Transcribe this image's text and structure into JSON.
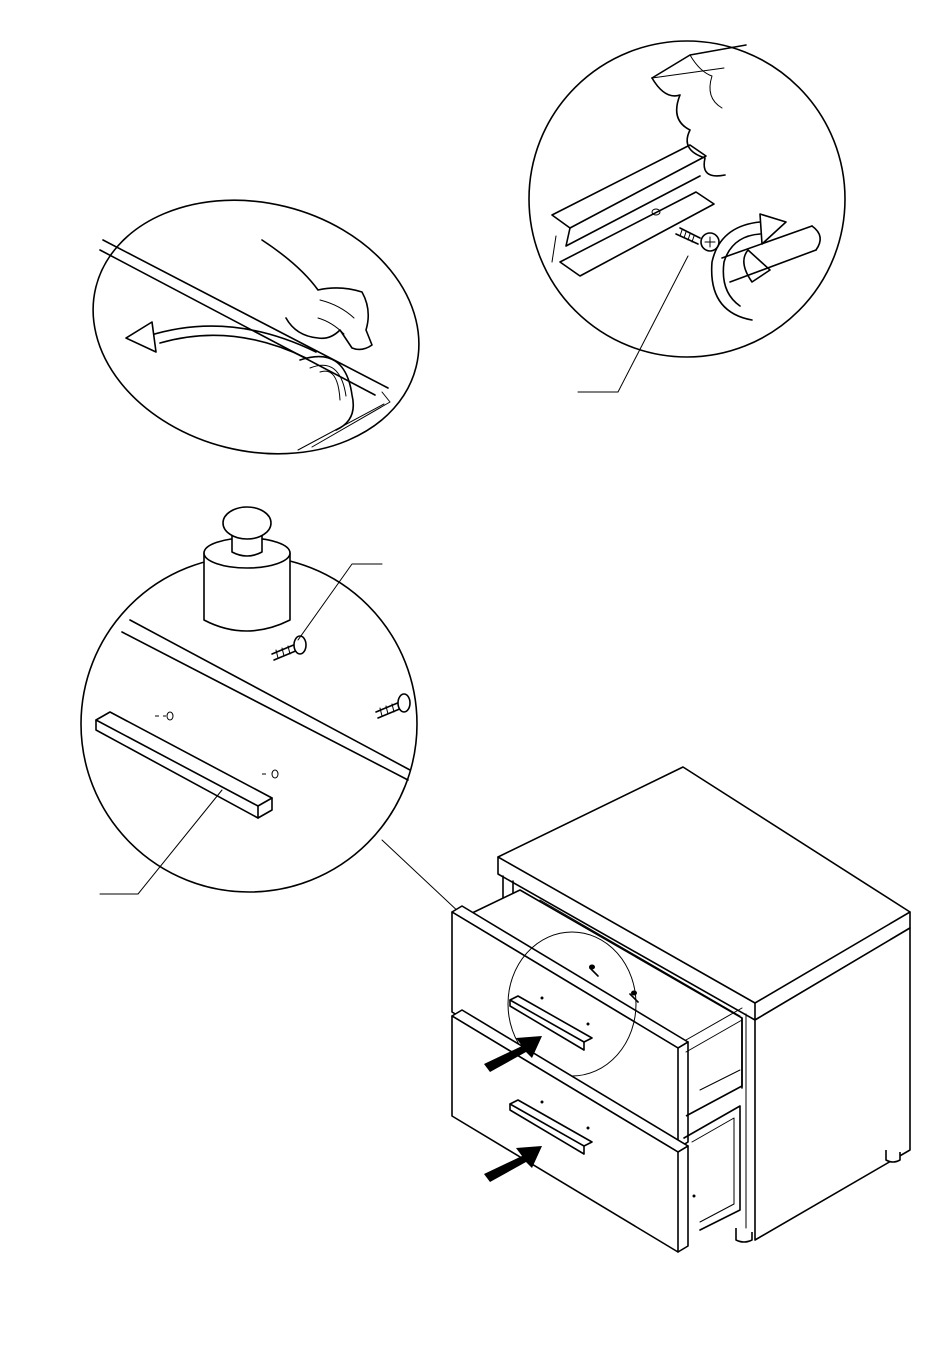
{
  "diagram": {
    "panels": [
      {
        "name": "peel-protective-film-detail"
      },
      {
        "name": "rail-screw-detail"
      },
      {
        "name": "handle-attachment-detail"
      },
      {
        "name": "nightstand-assembly"
      }
    ],
    "callout_labels": [],
    "arrows": {
      "count": 2,
      "color": "#000000"
    },
    "line_color": "#000000",
    "background": "#ffffff"
  }
}
